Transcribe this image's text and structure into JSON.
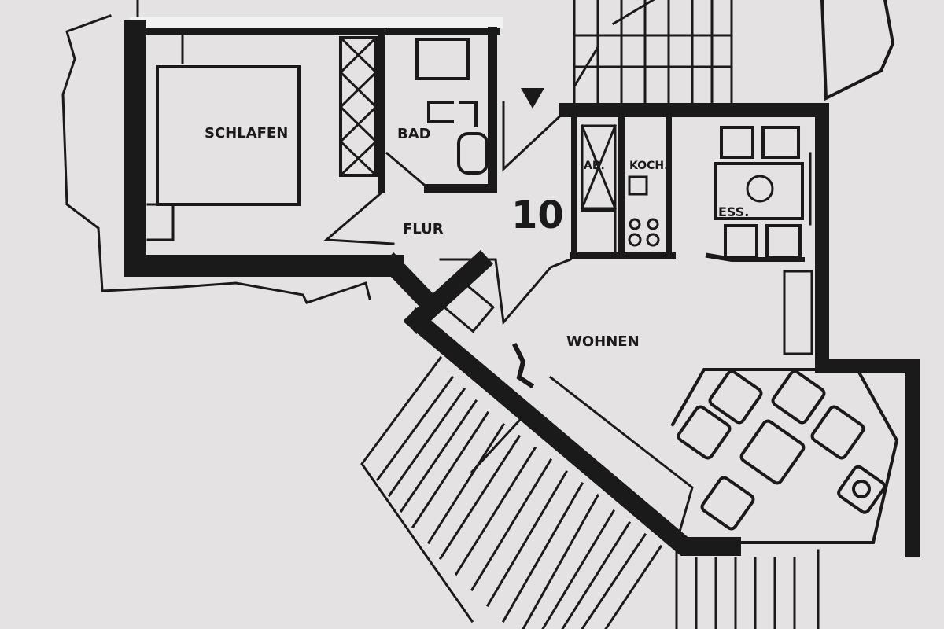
{
  "floor_plan": {
    "unit_number": "10",
    "rooms": {
      "bedroom": "SCHLAFEN",
      "bathroom": "BAD",
      "hallway": "FLUR",
      "storage": "AB.",
      "kitchen": "KOCH.",
      "dining": "ESS.",
      "living": "WOHNEN"
    }
  },
  "colors": {
    "paper": "#e4e2e3",
    "ink": "#1a1a1a"
  }
}
